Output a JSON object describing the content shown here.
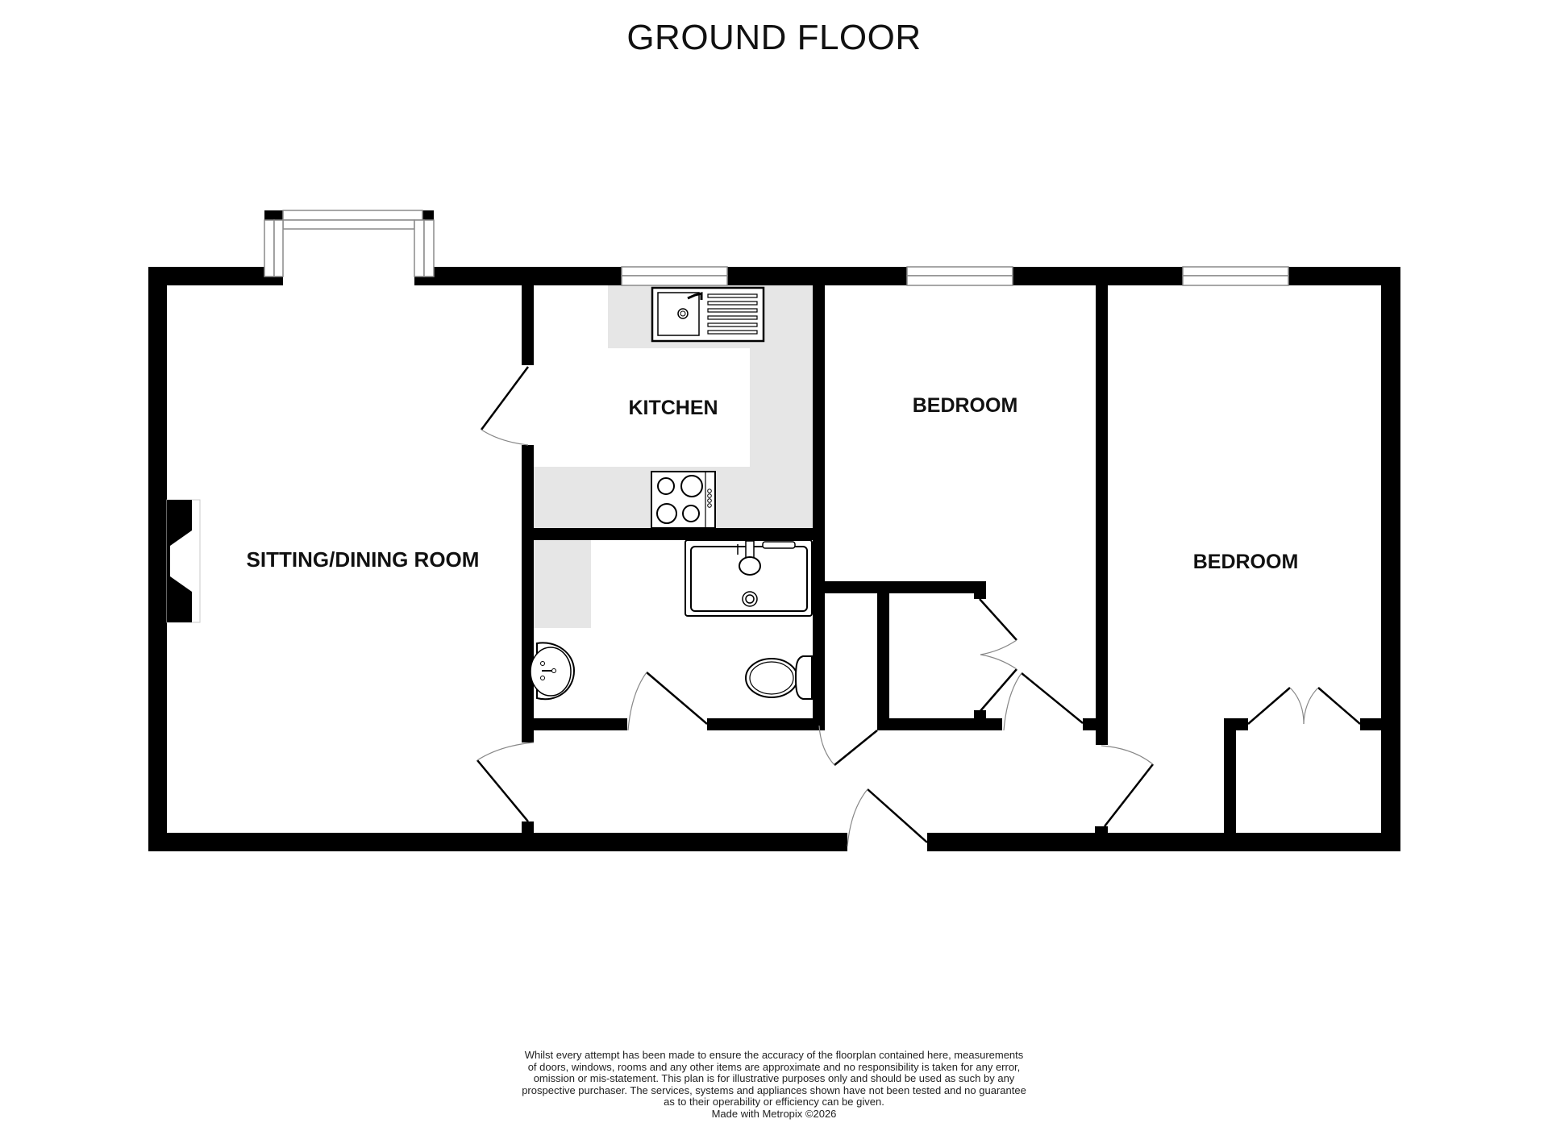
{
  "header": {
    "title": "GROUND FLOOR"
  },
  "rooms": {
    "sitting_dining": {
      "label": "SITTING/DINING ROOM"
    },
    "kitchen": {
      "label": "KITCHEN"
    },
    "bedroom_1": {
      "label": "BEDROOM"
    },
    "bedroom_2": {
      "label": "BEDROOM"
    }
  },
  "colors": {
    "wall": "#000000",
    "worktop": "#e6e6e6",
    "window_frame": "#8a8a8a",
    "background": "#ffffff"
  },
  "footer": {
    "disclaimer_lines": [
      "Whilst every attempt has been made to ensure the accuracy of the floorplan contained here, measurements",
      "of doors, windows, rooms and any other items are approximate and no responsibility is taken for any error,",
      "omission or mis-statement. This plan is for illustrative purposes only and should be used as such by any",
      "prospective purchaser. The services, systems and appliances shown have not been tested and no guarantee",
      "as to their operability or efficiency can be given."
    ],
    "credit": "Made with Metropix ©2026"
  }
}
